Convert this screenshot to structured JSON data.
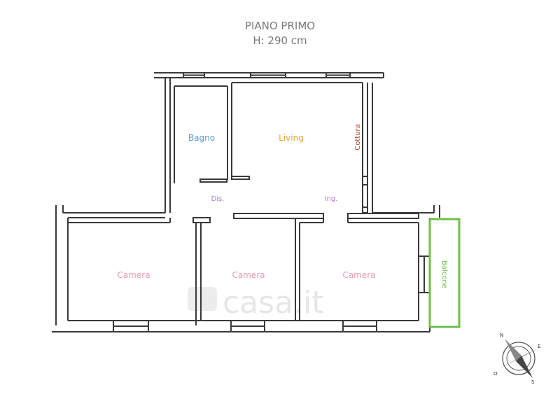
{
  "header": {
    "title": "PIANO PRIMO",
    "height": "H: 290 cm"
  },
  "rooms": {
    "bagno": "Bagno",
    "living": "Living",
    "cottura": "Cottura",
    "dis": "Dis.",
    "ing": "Ing.",
    "camera_left": "Camera",
    "camera_mid": "Camera",
    "camera_right": "Camera",
    "balcone": "Balcone"
  },
  "watermark": "casa.it",
  "compass": {
    "n": "N",
    "e": "E",
    "s": "S",
    "o": "O"
  },
  "colors": {
    "wall": "#3a3a3a",
    "bagno": "#5b9bd5",
    "living": "#e8a33d",
    "cottura": "#b5452b",
    "disimpegno": "#b07ad6",
    "camera": "#e69aac",
    "balcone": "#6fbf4a",
    "title": "#7a7a7a"
  }
}
